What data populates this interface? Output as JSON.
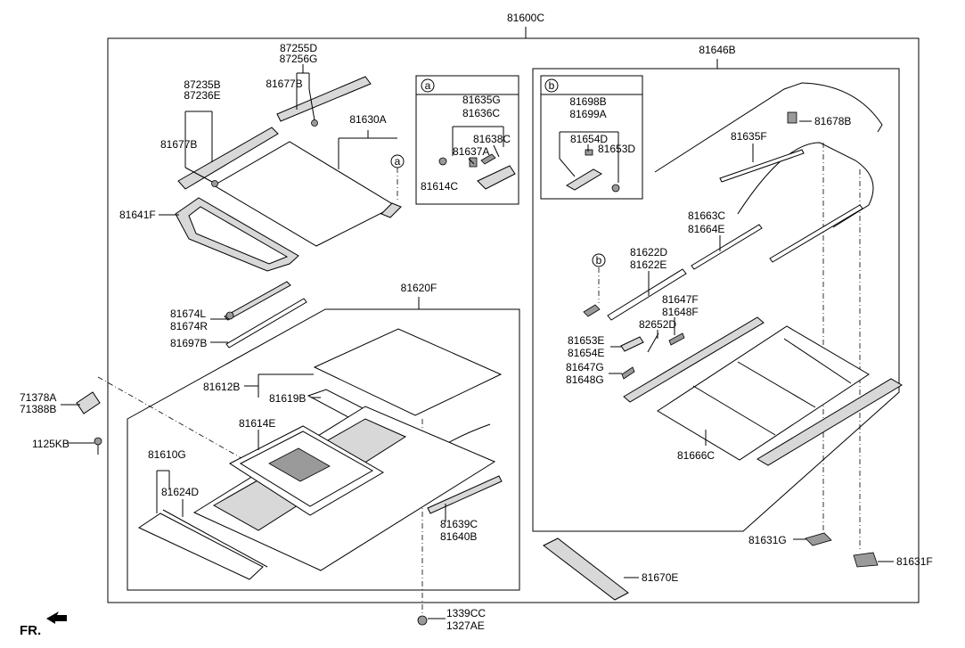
{
  "labels": {
    "main": "81600C",
    "p87255d": "87255D",
    "p87256g": "87256G",
    "p81677b_top": "81677B",
    "p87235b": "87235B",
    "p87236e": "87236E",
    "p81677b": "81677B",
    "p81630a": "81630A",
    "p81641f": "81641F",
    "p81674l": "81674L",
    "p81674r": "81674R",
    "p81697b": "81697B",
    "p81620f": "81620F",
    "p81612b": "81612B",
    "p81619b": "81619B",
    "p81614e": "81614E",
    "p81610g": "81610G",
    "p81624d": "81624D",
    "p81639c": "81639C",
    "p81640b": "81640B",
    "p71378a": "71378A",
    "p71388b": "71388B",
    "p1125kb": "1125KB",
    "p1339cc": "1339CC",
    "p1327ae": "1327AE",
    "p81670e": "81670E",
    "p81631g": "81631G",
    "p81631f": "81631F",
    "p81646b": "81646B",
    "p81678b": "81678B",
    "p81635f": "81635F",
    "p81663c": "81663C",
    "p81664e": "81664E",
    "p81622d": "81622D",
    "p81622e": "81622E",
    "p81647f": "81647F",
    "p81648f": "81648F",
    "p82652d": "82652D",
    "p81653e": "81653E",
    "p81654e": "81654E",
    "p81647g": "81647G",
    "p81648g": "81648G",
    "p81666c": "81666C",
    "p81635g": "81635G",
    "p81636c": "81636C",
    "p81638c": "81638C",
    "p81637a": "81637A",
    "p81614c": "81614C",
    "p81698b": "81698B",
    "p81699a": "81699A",
    "p81654d": "81654D",
    "p81653d": "81653D",
    "fr": "FR."
  },
  "callouts": {
    "a": "a",
    "b": "b"
  }
}
